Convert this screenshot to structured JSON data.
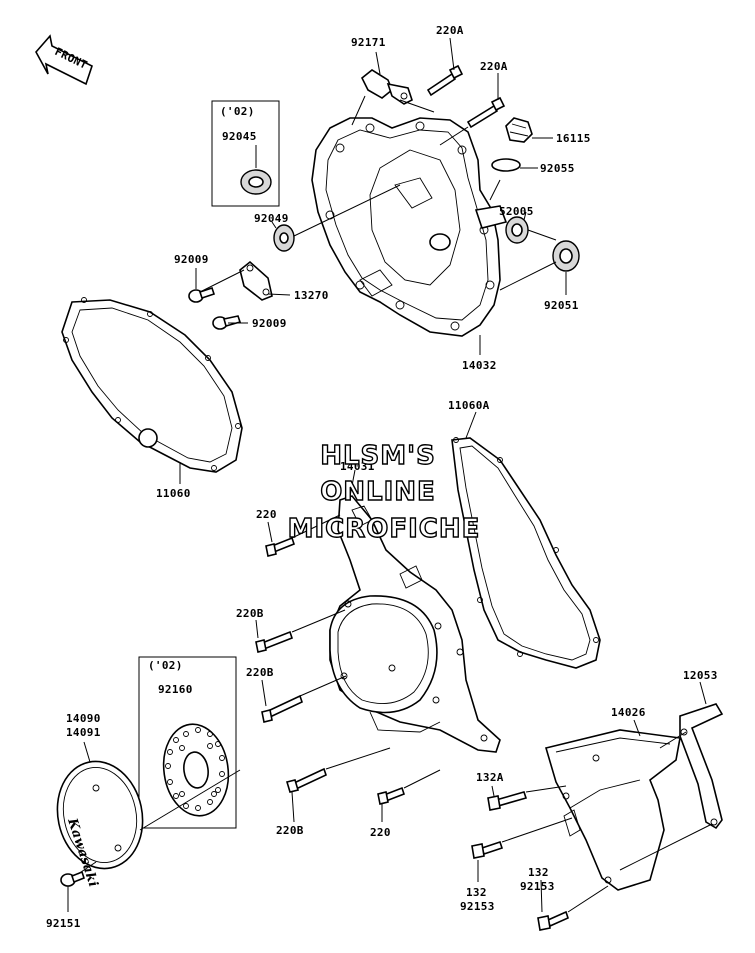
{
  "front_arrow": {
    "text": "FRONT"
  },
  "watermark": {
    "line1": "HLSM'S",
    "line2": "ONLINE",
    "line3": "MICROFICHE"
  },
  "emblem_text": "Kawasaki",
  "labels": {
    "p92171": "92171",
    "p220A_1": "220A",
    "p220A_2": "220A",
    "p16115": "16115",
    "p92055": "92055",
    "p02_a": "('02)",
    "p92045": "92045",
    "p92049": "92049",
    "p52005": "52005",
    "p92009_1": "92009",
    "p13270": "13270",
    "p92009_2": "92009",
    "p92051": "92051",
    "p14032": "14032",
    "p11060A": "11060A",
    "p11060": "11060",
    "p14031": "14031",
    "p220_1": "220",
    "p220B_1": "220B",
    "p02_b": "('02)",
    "p220B_2": "220B",
    "p92160": "92160",
    "p12053": "12053",
    "p14090": "14090",
    "p14091": "14091",
    "p14026": "14026",
    "p132A": "132A",
    "p220B_3": "220B",
    "p220_2": "220",
    "p132_1": "132",
    "p92153_1": "92153",
    "p132_2": "132",
    "p92153_2": "92153",
    "p92151": "92151"
  }
}
